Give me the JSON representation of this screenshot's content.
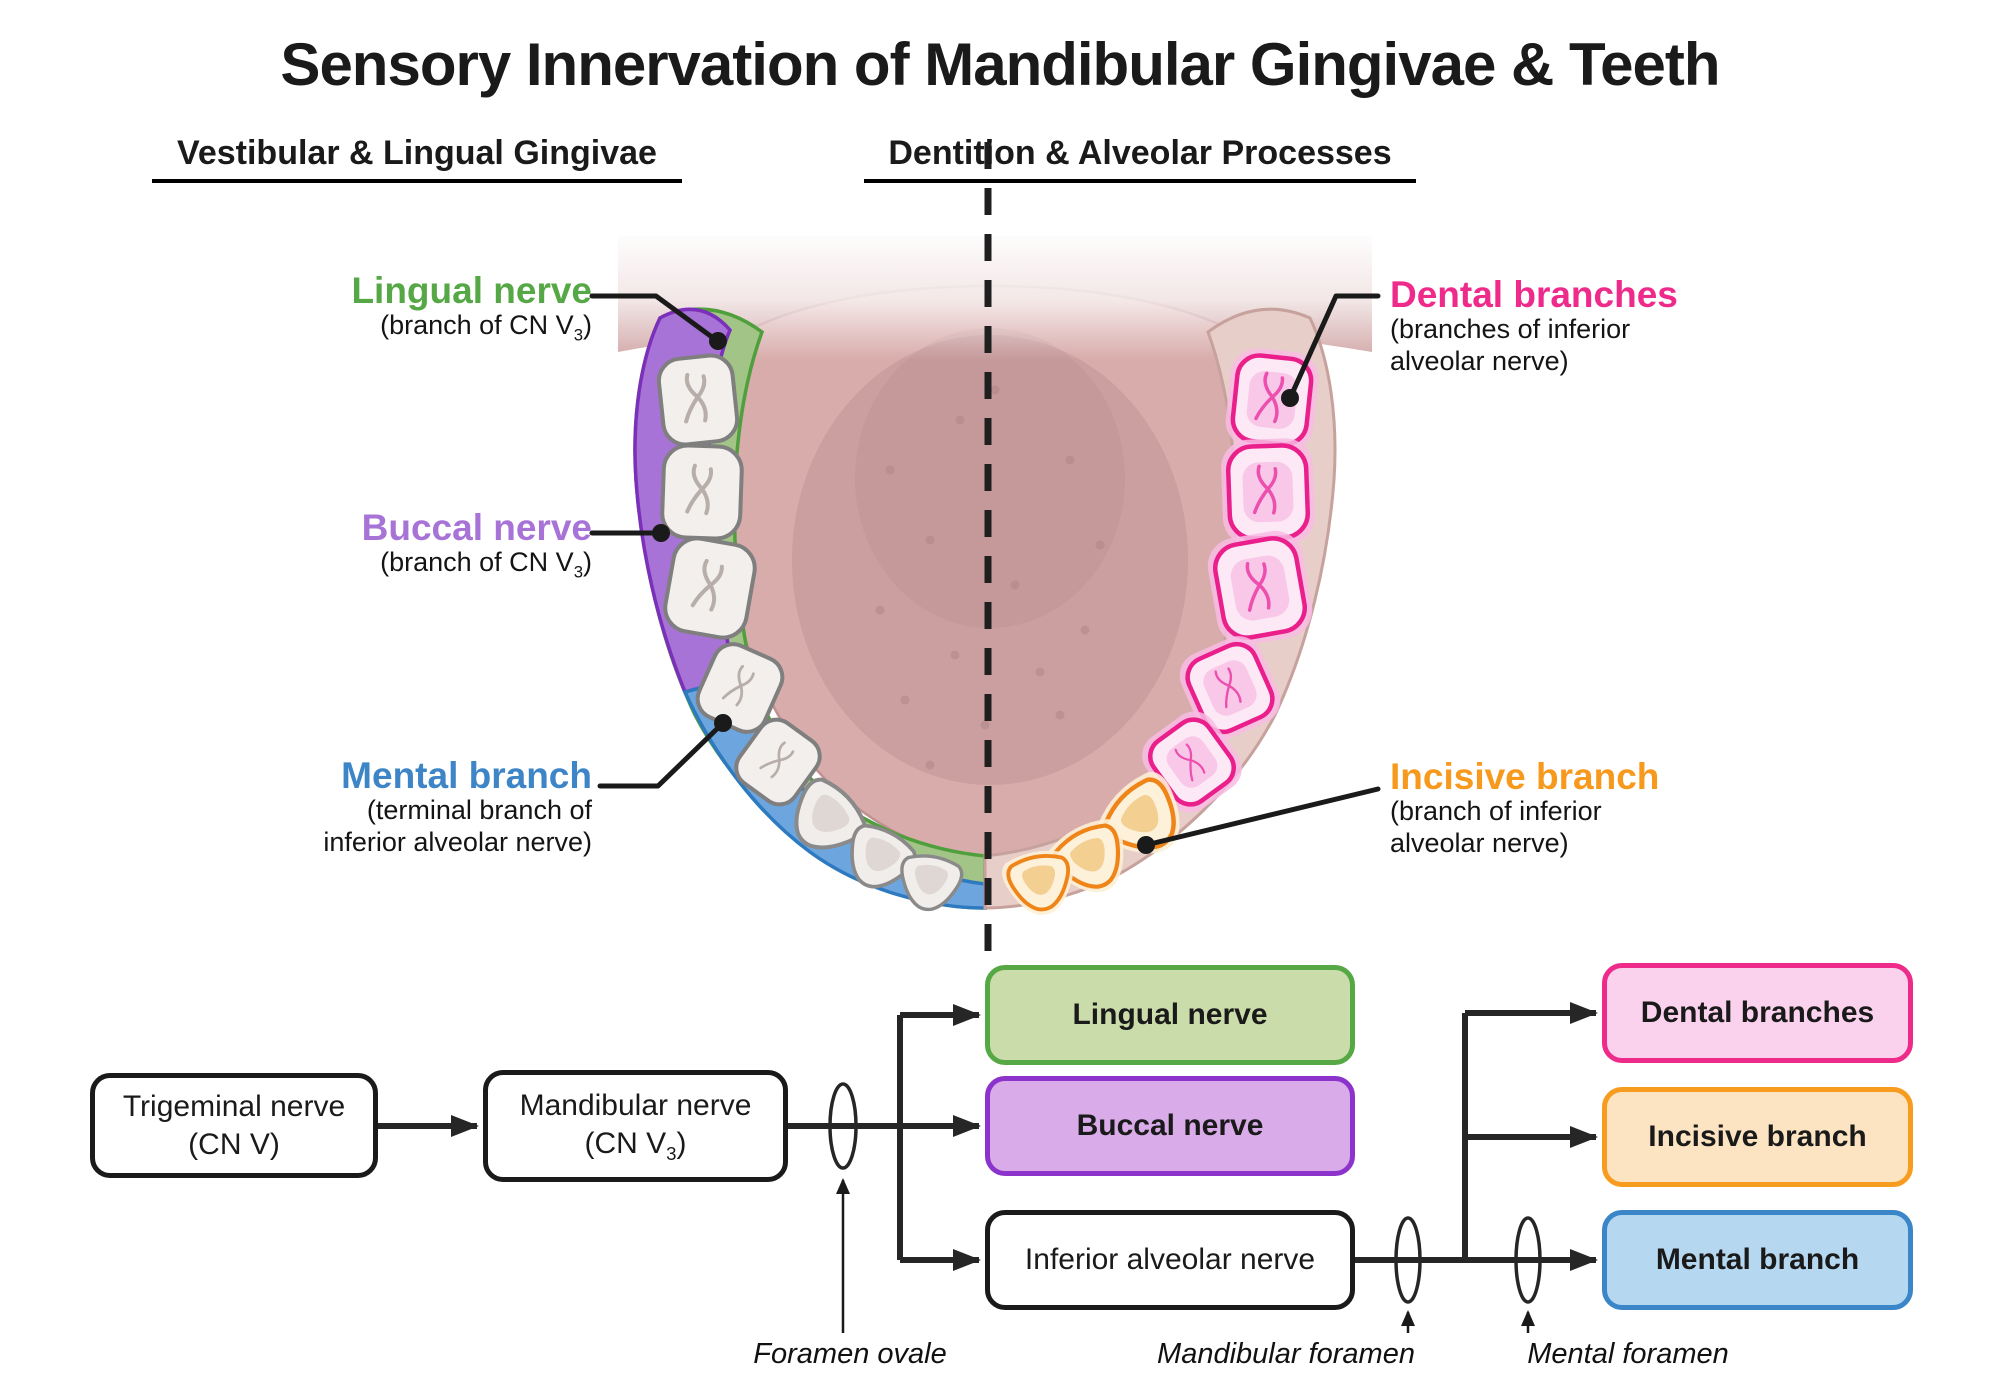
{
  "title": "Sensory Innervation of Mandibular Gingivae & Teeth",
  "sections": {
    "left": "Vestibular & Lingual Gingivae",
    "right": "Dentition & Alveolar Processes"
  },
  "callouts": {
    "lingual": {
      "name": "Lingual nerve",
      "sub_pre": "(branch of CN V",
      "sub_sub": "3",
      "sub_post": ")"
    },
    "buccal": {
      "name": "Buccal nerve",
      "sub_pre": "(branch of CN V",
      "sub_sub": "3",
      "sub_post": ")"
    },
    "mental": {
      "name": "Mental branch",
      "sub_line1": "(terminal branch of",
      "sub_line2": "inferior alveolar nerve)"
    },
    "dental": {
      "name": "Dental branches",
      "sub_line1": "(branches of inferior",
      "sub_line2": "alveolar nerve)"
    },
    "incisive": {
      "name": "Incisive branch",
      "sub_line1": "(branch of inferior",
      "sub_line2": "alveolar nerve)"
    }
  },
  "flowchart": {
    "trigeminal": {
      "line1": "Trigeminal nerve",
      "line2": "(CN V)"
    },
    "mandibular": {
      "line1": "Mandibular nerve",
      "line2_pre": "(CN V",
      "line2_sub": "3",
      "line2_post": ")"
    },
    "lingual_box": "Lingual nerve",
    "buccal_box": "Buccal nerve",
    "inferior_box": "Inferior alveolar nerve",
    "dental_box": "Dental branches",
    "incisive_box": "Incisive branch",
    "mental_box": "Mental branch"
  },
  "foramina": {
    "ovale": "Foramen ovale",
    "mandibular": "Mandibular foramen",
    "mental": "Mental foramen"
  },
  "colors": {
    "lingual_green": "#56a846",
    "buccal_purple": "#a873d6",
    "mental_blue": "#3d85c6",
    "dental_pink": "#ee2a8b",
    "incisive_orange": "#f7991d"
  }
}
